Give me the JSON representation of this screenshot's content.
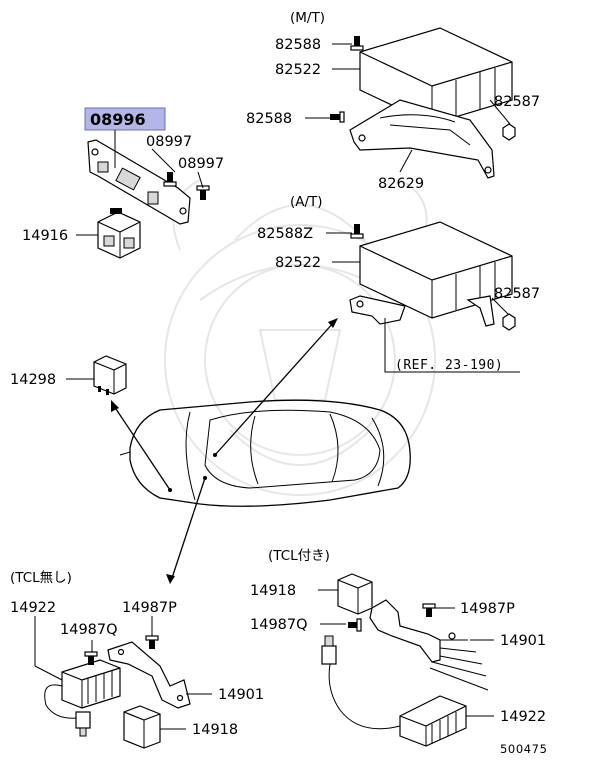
{
  "sections": {
    "mt": "(M/T)",
    "at": "(A/T)",
    "tcl_without": "(TCL無し)",
    "tcl_with": "(TCL付き)"
  },
  "reference": "(REF. 23-190)",
  "diagram_code": "500475",
  "highlighted_part": "08996",
  "parts": {
    "p08996": "08996",
    "p08997_upper": "08997",
    "p08997_lower": "08997",
    "p14916": "14916",
    "p82588_mt_top": "82588",
    "p82522_mt": "82522",
    "p82588_mt_left": "82588",
    "p82587_mt": "82587",
    "p82629": "82629",
    "p82588z_at": "82588Z",
    "p82522_at": "82522",
    "p82587_at": "82587",
    "p14298": "14298",
    "p14922_left": "14922",
    "p14987q_left": "14987Q",
    "p14987p_left": "14987P",
    "p14901_left": "14901",
    "p14918_left": "14918",
    "p14918_right": "14918",
    "p14987q_right": "14987Q",
    "p14987p_right": "14987P",
    "p14901_right": "14901",
    "p14922_right": "14922"
  },
  "colors": {
    "highlight_fill": "#b3b6e6",
    "highlight_border": "#6a6fbf",
    "watermark": "#e6e6e6"
  },
  "icons": {
    "watermark": "samurai-helmet-emblem"
  }
}
